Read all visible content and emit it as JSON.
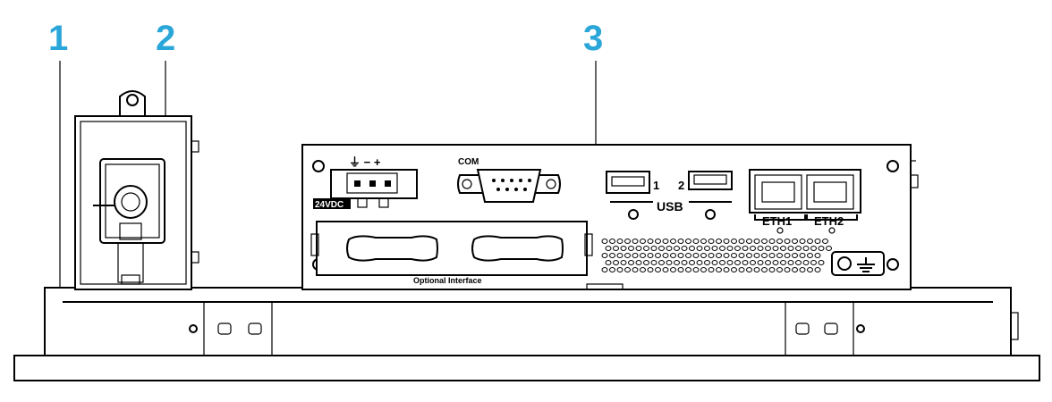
{
  "callouts": [
    {
      "number": "1"
    },
    {
      "number": "2"
    },
    {
      "number": "3"
    }
  ],
  "labels": {
    "com": "COM",
    "power": "24VDC",
    "power_symbols": "⏚ − +",
    "usb": "USB",
    "usb1": "1",
    "usb2": "2",
    "eth1": "ETH1",
    "eth2": "ETH2",
    "optional_interface": "Optional Interface"
  },
  "colors": {
    "callout": "#2aa6d9",
    "line": "#000000"
  }
}
